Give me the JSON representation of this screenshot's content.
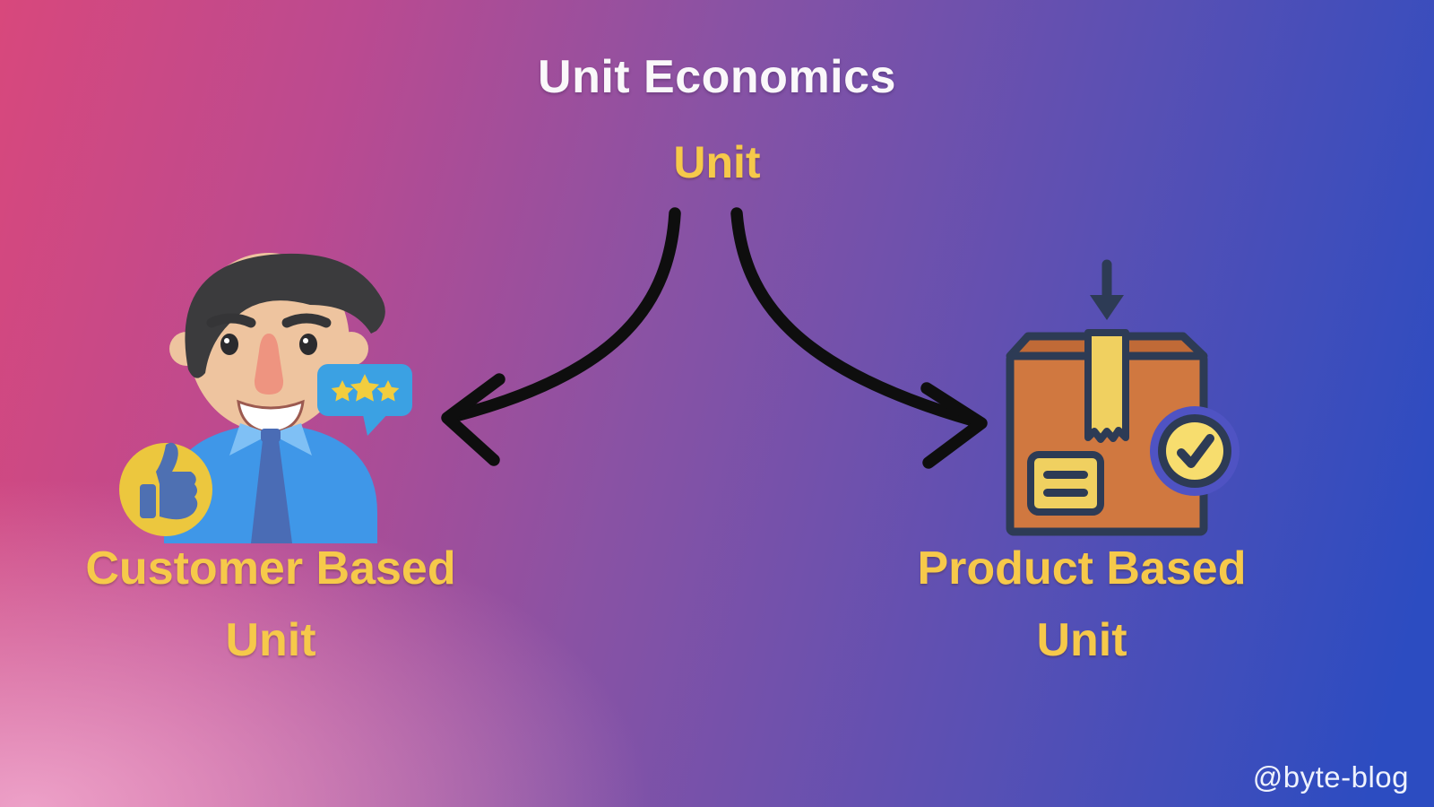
{
  "page": {
    "title": "Unit Economics",
    "watermark": "@byte-blog"
  },
  "diagram": {
    "root": {
      "label": "Unit"
    },
    "branches": [
      {
        "id": "customer",
        "line1": "Customer Based",
        "line2": "Unit",
        "icon": "customer-avatar-3d"
      },
      {
        "id": "product",
        "line1": "Product Based",
        "line2": "Unit",
        "icon": "package-box"
      }
    ]
  },
  "icons": {
    "rating_bubble": "three-star-rating-bubble",
    "thumbs_up": "thumbs-up-badge",
    "package_check": "check-badge",
    "package_arrow": "down-arrow"
  },
  "colors": {
    "title_text": "#FAF8FA",
    "accent_yellow": "#F6C94A",
    "arrow_black": "#0E0E0E",
    "gradient_top_left": "#D8487C",
    "gradient_mid": "#7E52A8",
    "gradient_right": "#2B4CC1",
    "gradient_bottom_left": "#EDA6CB",
    "box_orange": "#D07840",
    "box_outline_navy": "#2D3B55",
    "tape_yellow": "#F0D060",
    "bubble_blue": "#3BA1E3",
    "shirt_blue": "#3F97E8"
  }
}
